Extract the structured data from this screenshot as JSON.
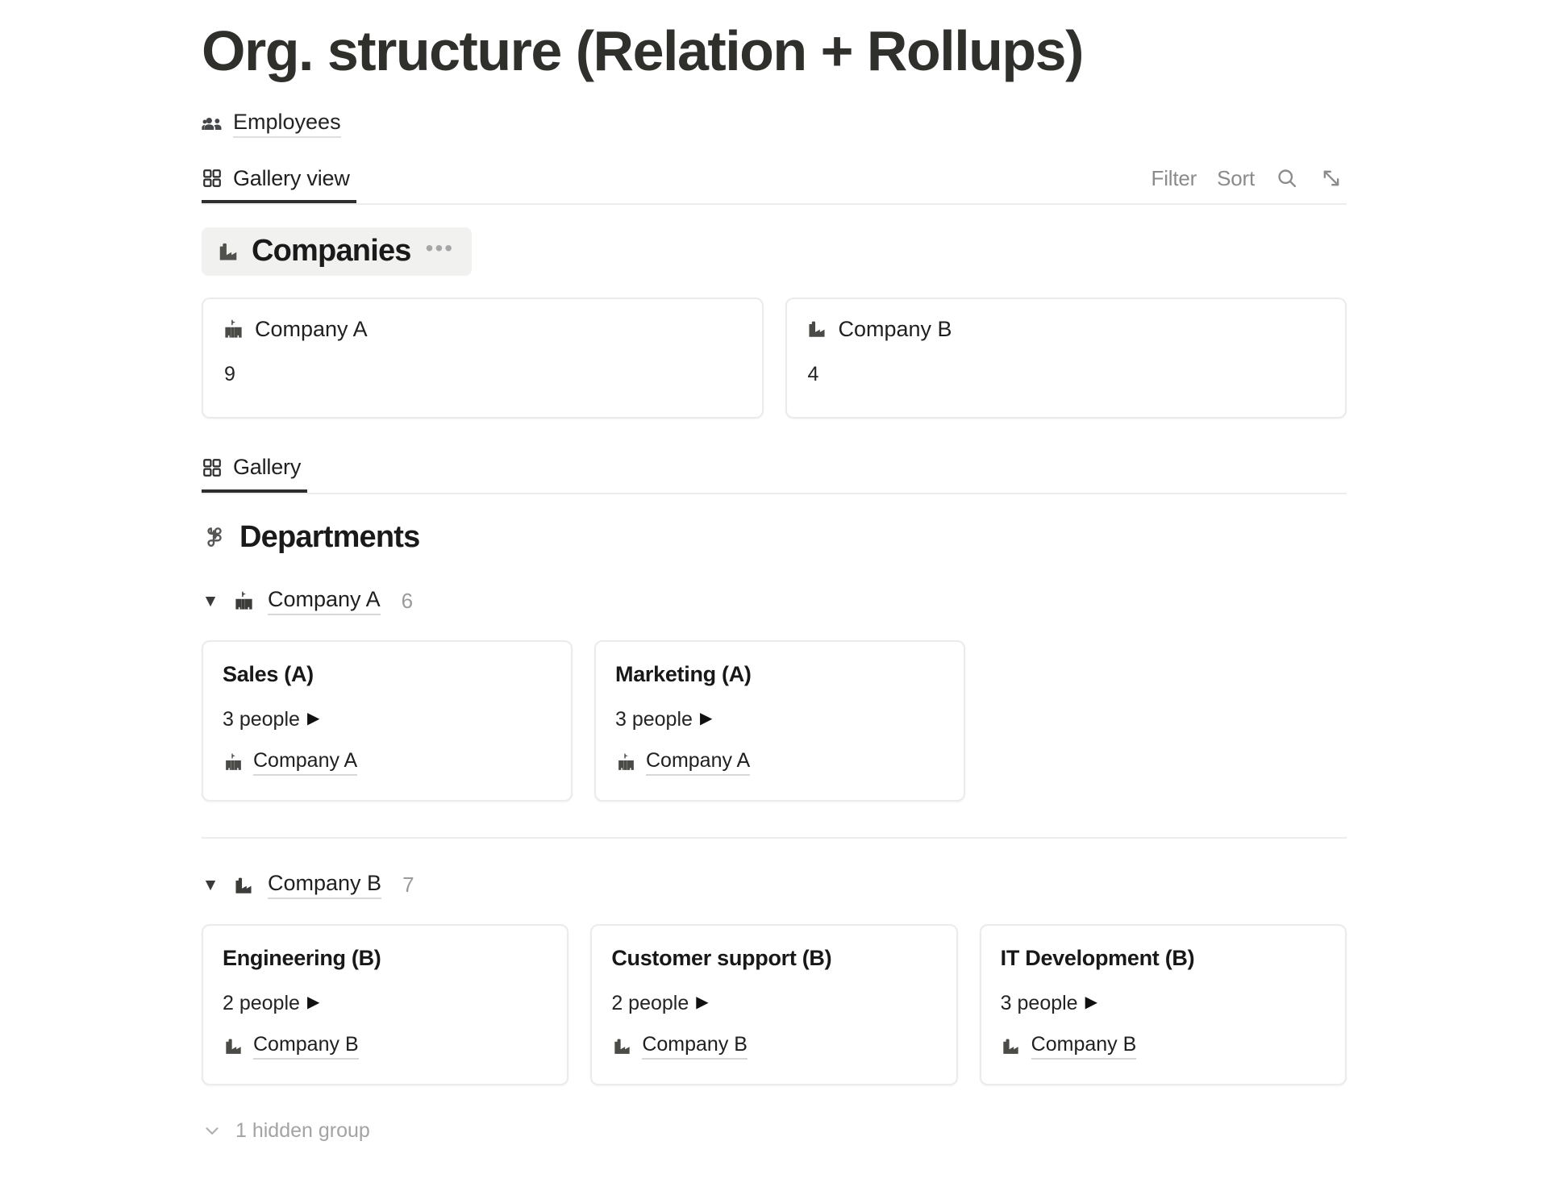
{
  "page": {
    "title": "Org. structure (Relation + Rollups)"
  },
  "breadcrumb": {
    "icon": "people-group-icon",
    "label": "Employees"
  },
  "toolbar_primary": {
    "tab": {
      "icon": "gallery-grid-icon",
      "label": "Gallery view"
    },
    "filter_label": "Filter",
    "sort_label": "Sort",
    "search_icon": "search-icon",
    "expand_icon": "expand-diagonal-icon"
  },
  "companies_section": {
    "icon": "factory-icon",
    "title": "Companies",
    "menu_label": "•••",
    "cards": [
      {
        "icon": "school-building-icon",
        "name": "Company A",
        "value": "9"
      },
      {
        "icon": "factory-icon",
        "name": "Company B",
        "value": "4"
      }
    ]
  },
  "toolbar_secondary": {
    "tab": {
      "icon": "gallery-grid-icon",
      "label": "Gallery"
    }
  },
  "departments_section": {
    "icon": "command-icon",
    "title": "Departments",
    "groups": [
      {
        "caret": "▼",
        "icon": "school-building-icon",
        "label": "Company A",
        "count": "6",
        "cards": [
          {
            "title": "Sales (A)",
            "people": "3 people",
            "play": "▶",
            "relation_icon": "school-building-icon",
            "relation": "Company A"
          },
          {
            "title": "Marketing (A)",
            "people": "3 people",
            "play": "▶",
            "relation_icon": "school-building-icon",
            "relation": "Company A"
          }
        ]
      },
      {
        "caret": "▼",
        "icon": "factory-icon",
        "label": "Company B",
        "count": "7",
        "cards": [
          {
            "title": "Engineering (B)",
            "people": "2 people",
            "play": "▶",
            "relation_icon": "factory-icon",
            "relation": "Company B"
          },
          {
            "title": "Customer support (B)",
            "people": "2 people",
            "play": "▶",
            "relation_icon": "factory-icon",
            "relation": "Company B"
          },
          {
            "title": "IT Development (B)",
            "people": "3 people",
            "play": "▶",
            "relation_icon": "factory-icon",
            "relation": "Company B"
          }
        ]
      }
    ]
  },
  "hidden_group": {
    "caret_icon": "chevron-down-icon",
    "label": "1 hidden group"
  },
  "colors": {
    "text": "#1f1f1f",
    "muted": "#8b8b8b",
    "border": "#ebebeb",
    "chip_bg": "#f1f1f0",
    "accent_underline": "#2e2e2e"
  }
}
